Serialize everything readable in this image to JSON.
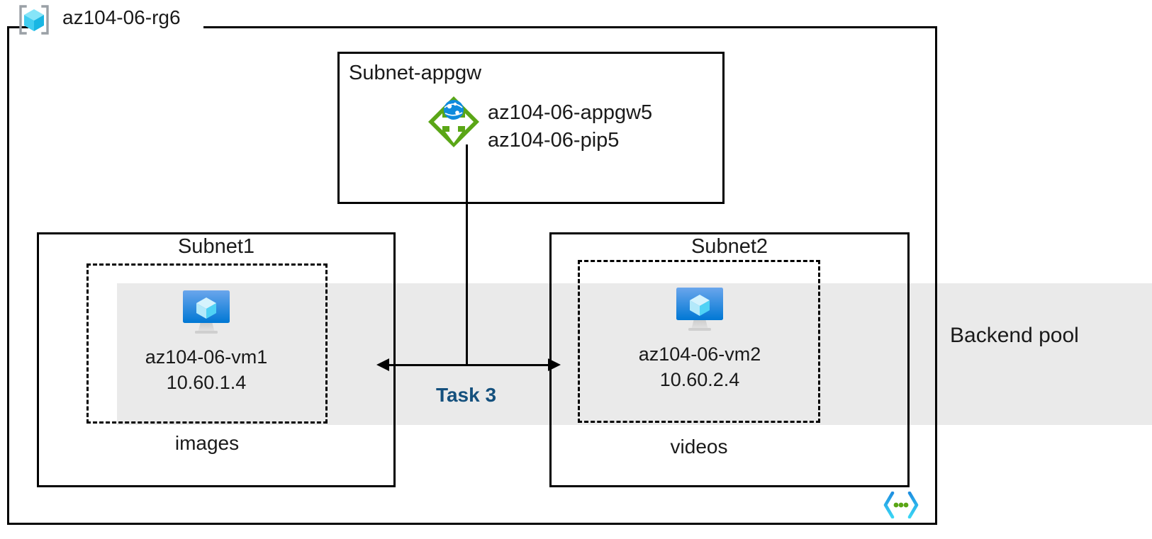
{
  "diagram": {
    "resource_group": {
      "name": "az104-06-rg6",
      "icon": "resource-group-cube-icon"
    },
    "vnet": {
      "icon": "virtual-network-icon"
    },
    "backend_pool": {
      "label": "Backend pool",
      "band_color": "#eaeaea"
    },
    "connector": {
      "task_label": "Task 3",
      "task_color": "#14507d"
    },
    "subnets": [
      {
        "title": "Subnet-appgw",
        "resources": [
          {
            "icon": "application-gateway-icon",
            "lines": [
              "az104-06-appgw5",
              "az104-06-pip5"
            ]
          }
        ]
      },
      {
        "title": "Subnet1",
        "caption": "images",
        "vm": {
          "icon": "virtual-machine-icon",
          "name": "az104-06-vm1",
          "ip": "10.60.1.4"
        }
      },
      {
        "title": "Subnet2",
        "caption": "videos",
        "vm": {
          "icon": "virtual-machine-icon",
          "name": "az104-06-vm2",
          "ip": "10.60.2.4"
        }
      }
    ],
    "colors": {
      "appgw_green": "#5aa616",
      "appgw_globe_blue": "#0f8bdd",
      "vm_blue_top": "#5b9be8",
      "vm_blue_bottom": "#0078d4",
      "vm_cube": "#b8ecfb",
      "rg_cube": "#6ad9f5",
      "vnet_cyan": "#32c8f0",
      "vnet_green": "#5aa616",
      "border_black": "#000000"
    }
  }
}
